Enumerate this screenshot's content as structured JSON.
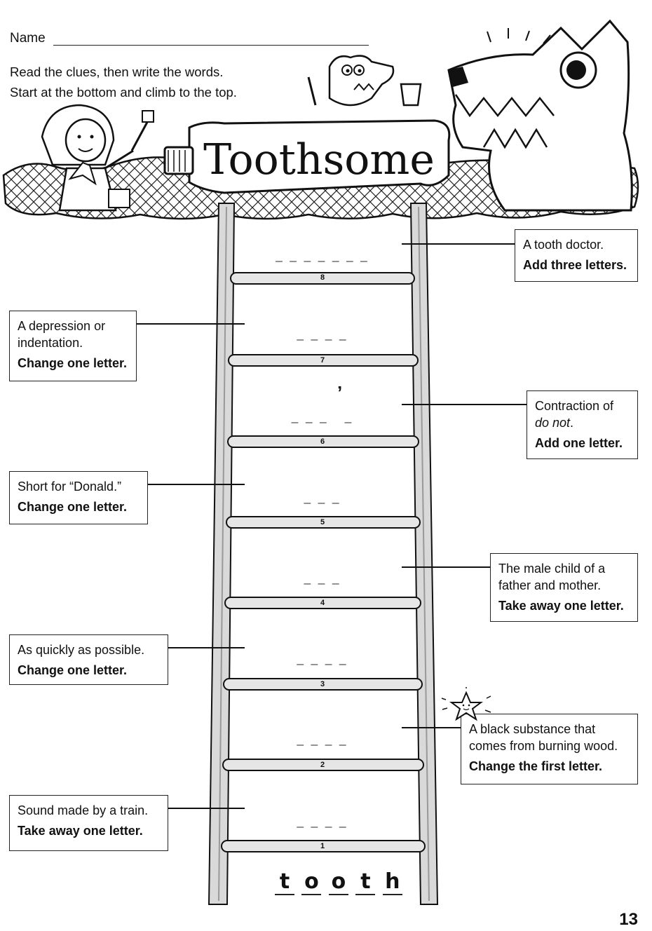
{
  "header": {
    "name_label": "Name",
    "instruction_1": "Read the clues, then write the words.",
    "instruction_2": "Start at the bottom and climb to the top.",
    "title": "Toothsome"
  },
  "clues": [
    {
      "step": "8",
      "text": "A tooth doctor.",
      "rule": "Add three letters.",
      "blank": "_ _ _ _ _ _ _"
    },
    {
      "step": "7",
      "text": "A depression or indentation.",
      "rule": "Change one letter.",
      "blank": "_ _ _ _"
    },
    {
      "step": "6",
      "text_pre": "Contraction of",
      "text_em": "do not",
      "text_post": ".",
      "rule": "Add one letter.",
      "blank": "_ _ _   _",
      "apostrophe": "’"
    },
    {
      "step": "5",
      "text": "Short for “Donald.”",
      "rule": "Change one letter.",
      "blank": "_ _ _"
    },
    {
      "step": "4",
      "text": "The male child of a father and mother.",
      "rule": "Take away one letter.",
      "blank": "_ _ _"
    },
    {
      "step": "3",
      "text": "As quickly as possible.",
      "rule": "Change one letter.",
      "blank": "_ _ _ _"
    },
    {
      "step": "2",
      "text": "A black substance that comes from burning wood.",
      "rule": "Change the first letter.",
      "blank": "_ _ _ _"
    },
    {
      "step": "1",
      "text": "Sound made by a train.",
      "rule": "Take away one letter.",
      "blank": "_ _ _ _"
    }
  ],
  "start_word": [
    "t",
    "o",
    "o",
    "t",
    "h"
  ],
  "page_number": "13"
}
